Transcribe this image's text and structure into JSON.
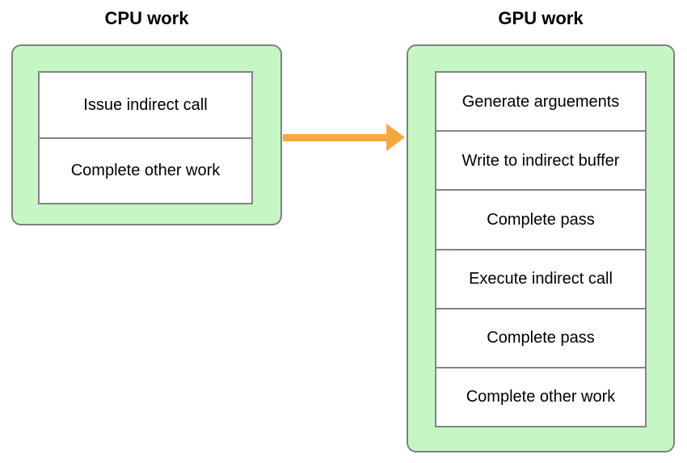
{
  "figure": {
    "cpu": {
      "title": "CPU work",
      "rows": [
        "Issue indirect call",
        "Complete other work"
      ]
    },
    "gpu": {
      "title": "GPU work",
      "rows": [
        "Generate arguements",
        "Write to indirect buffer",
        "Complete pass",
        "Execute indirect call",
        "Complete pass",
        "Complete other work"
      ]
    },
    "arrow": {
      "direction": "cpu-to-gpu",
      "color": "#F6A840"
    },
    "colors": {
      "container_fill": "#C5F7C5",
      "container_border": "#7F7F7F",
      "cell_border": "#848484",
      "cell_fill": "#FFFFFF",
      "text": "#000000",
      "background": "#FFFFFF"
    }
  }
}
